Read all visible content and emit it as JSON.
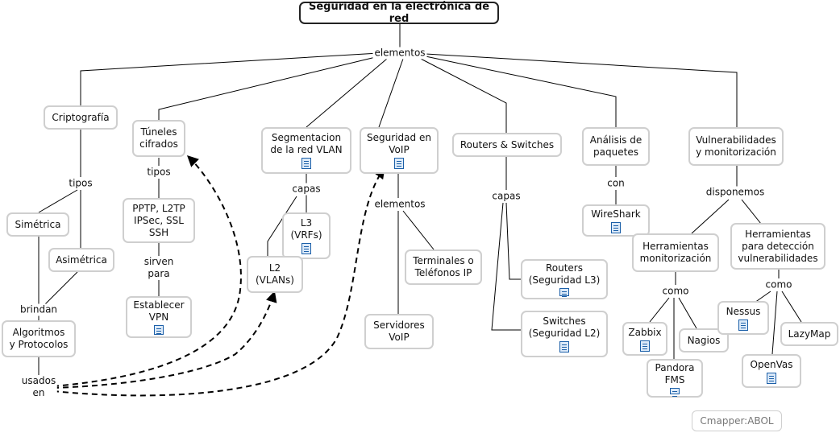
{
  "title": "Seguridad en la electrónica de red",
  "nodes": {
    "criptografia": "Criptografía",
    "tuneles": "Túneles\ncifrados",
    "segmentacion": "Segmentacion\nde la red VLAN",
    "seguridad_voip": "Seguridad en\nVoIP",
    "routers_switches": "Routers & Switches",
    "analisis": "Análisis de\npaquetes",
    "vulnerabilidades": "Vulnerabilidades\ny monitorización",
    "simetrica": "Simétrica",
    "asimetrica": "Asimétrica",
    "algoritmos": "Algoritmos\ny Protocolos",
    "pptp": "PPTP, L2TP\nIPSec, SSL\nSSH",
    "establecer_vpn": "Establecer\nVPN",
    "l3": "L3\n(VRFs)",
    "l2": "L2\n(VLANs)",
    "terminales": "Terminales o\nTeléfonos IP",
    "servidores": "Servidores\nVoIP",
    "routers_l3": "Routers\n(Seguridad L3)",
    "switches_l2": "Switches\n(Seguridad L2)",
    "wireshark": "WireShark",
    "herr_monitorizacion": "Herramientas\nmonitorización",
    "herr_deteccion": "Herramientas\npara detección\nvulnerabilidades",
    "zabbix": "Zabbix",
    "nagios": "Nagios",
    "pandora": "Pandora\nFMS",
    "nessus": "Nessus",
    "lazymap": "LazyMap",
    "openvas": "OpenVas"
  },
  "links": {
    "elementos_top": "elementos",
    "tipos_cripto": "tipos",
    "brindan": "brindan",
    "usados_en": "usados\nen",
    "tipos_tuneles": "tipos",
    "sirven_para": "sirven\npara",
    "capas_vlan": "capas",
    "elementos_voip": "elementos",
    "capas_rs": "capas",
    "con": "con",
    "disponemos": "disponemos",
    "como_monit": "como",
    "como_detec": "como"
  },
  "watermark": "Cmapper:ABOL",
  "resource_icon": "document-icon",
  "colors": {
    "node_border": "#cfcfcf",
    "root_border": "#222222",
    "resource_icon": "#1b5fa8"
  }
}
